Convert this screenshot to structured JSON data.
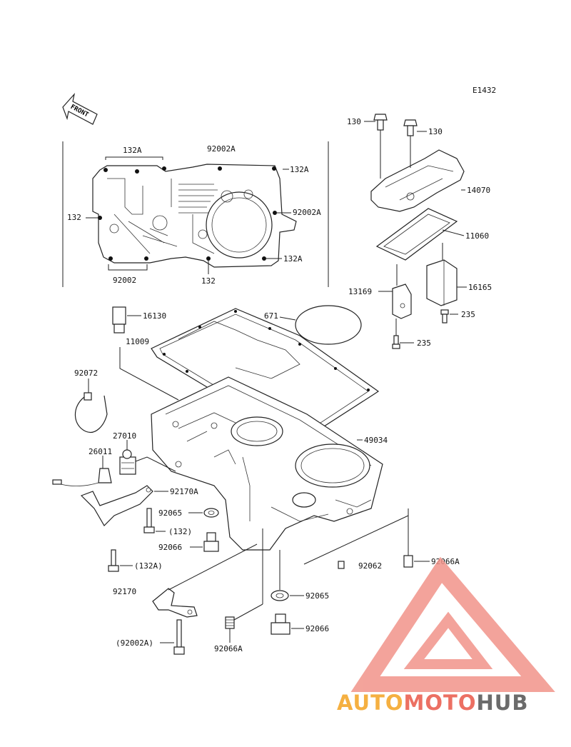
{
  "diagram_code": "E1432",
  "front_label": "FRONT",
  "labels": {
    "p132A_top": "132A",
    "p92002A_top": "92002A",
    "p132A_right": "132A",
    "p92002A_right": "92002A",
    "p132_left": "132",
    "p132A_lower": "132A",
    "p92002_bottom": "92002",
    "p132_bottom": "132",
    "p130_left": "130",
    "p130_right": "130",
    "p14070": "14070",
    "p11060": "11060",
    "p13169": "13169",
    "p16165": "16165",
    "p235_a": "235",
    "p235_b": "235",
    "p16130": "16130",
    "p671": "671",
    "p11009": "11009",
    "p92072": "92072",
    "p27010": "27010",
    "p26011": "26011",
    "p49034": "49034",
    "p92170A": "92170A",
    "p92065_a": "92065",
    "p132_paren": "(132)",
    "p92066_a": "92066",
    "p132A_paren": "(132A)",
    "p92062": "92062",
    "p92066A_right": "92066A",
    "p92170": "92170",
    "p92065_b": "92065",
    "p92066_b": "92066",
    "p92002A_paren": "(92002A)",
    "p92066A_bottom": "92066A"
  },
  "watermark": {
    "part1": "AUTO",
    "part2": "MOTO",
    "part3": "HUB",
    "color1": "#f5b041",
    "color2": "#ec7063",
    "color3": "#6b6b6b",
    "triangle_color": "#f1948a"
  }
}
